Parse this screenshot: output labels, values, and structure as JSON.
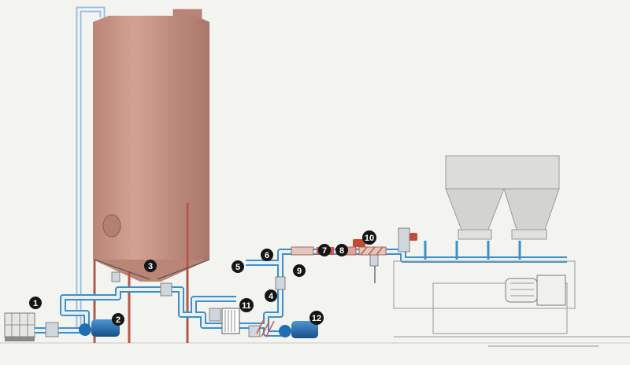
{
  "colors": {
    "background": "#f3f3ef",
    "silo_body": "#c79585",
    "silo_shadow": "#a9766a",
    "pipe_outline": "#3f8fc9",
    "pipe_fill": "#e8f0f6",
    "pump_blue": "#1f6fb5",
    "marker": "#151515",
    "support_red": "#b4584b",
    "hopper": "#d9d9d6",
    "machine_line": "#9a9a9a",
    "valve_red": "#c24a36"
  },
  "callouts": [
    {
      "id": "marker-1",
      "label": "1"
    },
    {
      "id": "marker-2",
      "label": "2"
    },
    {
      "id": "marker-3",
      "label": "3"
    },
    {
      "id": "marker-4",
      "label": "4"
    },
    {
      "id": "marker-5",
      "label": "5"
    },
    {
      "id": "marker-6",
      "label": "6"
    },
    {
      "id": "marker-7",
      "label": "7"
    },
    {
      "id": "marker-8",
      "label": "8"
    },
    {
      "id": "marker-9",
      "label": "9"
    },
    {
      "id": "marker-10",
      "label": "10"
    },
    {
      "id": "marker-11",
      "label": "11"
    },
    {
      "id": "marker-12",
      "label": "12"
    }
  ]
}
